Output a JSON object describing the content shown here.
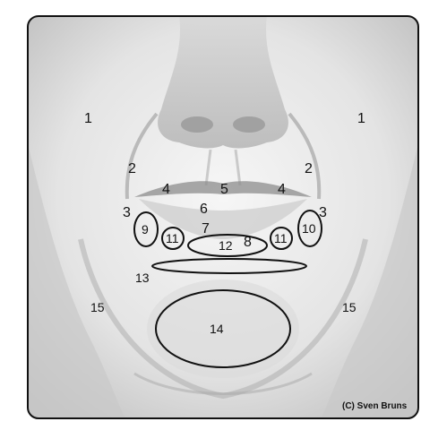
{
  "labels": {
    "l1": "1",
    "r1": "1",
    "l2": "2",
    "r2": "2",
    "l3": "3",
    "r3": "3",
    "l4": "4",
    "r4": "4",
    "c5": "5",
    "c6": "6",
    "c7": "7",
    "c8": "8",
    "l9": "9",
    "r10": "10",
    "l11": "11",
    "r11": "11",
    "c12": "12",
    "c13": "13",
    "c14": "14",
    "l15": "15",
    "r15": "15"
  },
  "credit": "(C) Sven Bruns",
  "colors": {
    "frame": "#111111",
    "skin_light": "#f2f2f2",
    "skin_shadow": "#bdbdbd"
  }
}
